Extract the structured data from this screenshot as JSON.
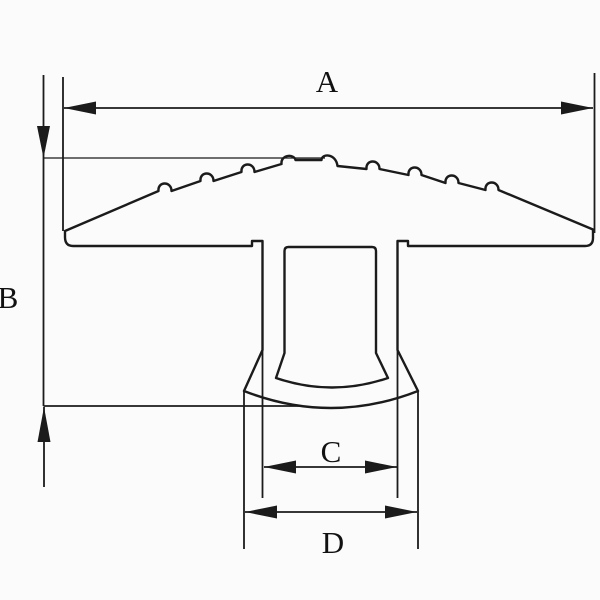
{
  "labels": {
    "width_top": "A",
    "height": "B",
    "stem_width": "C",
    "base_width": "D"
  },
  "colors": {
    "line": "#1b1b1b",
    "label": "#111111",
    "background": "#fbfbfb"
  }
}
